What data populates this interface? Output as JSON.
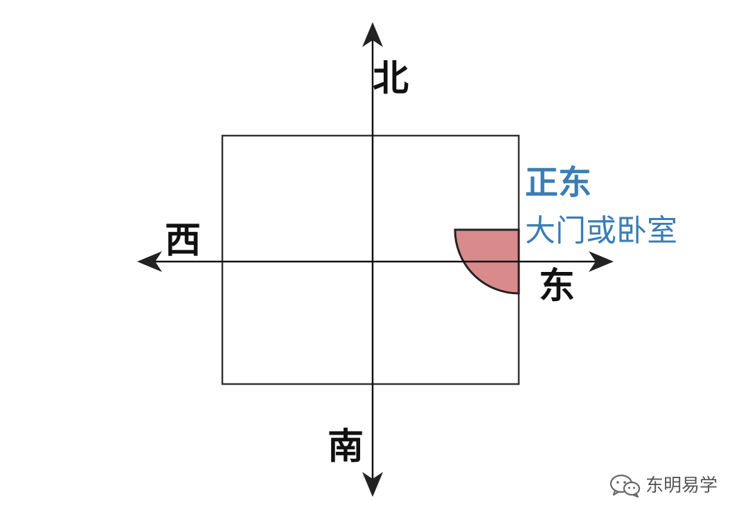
{
  "directions": {
    "north": "北",
    "south": "南",
    "east": "东",
    "west": "西"
  },
  "callout": {
    "title": "正东",
    "subtitle": "大门或卧室"
  },
  "watermark": {
    "icon": "wechat-icon",
    "text": "东明易学"
  },
  "colors": {
    "callout_text": "#3b7db3",
    "highlight_fill": "#d98a8a",
    "lines": "#333333"
  }
}
